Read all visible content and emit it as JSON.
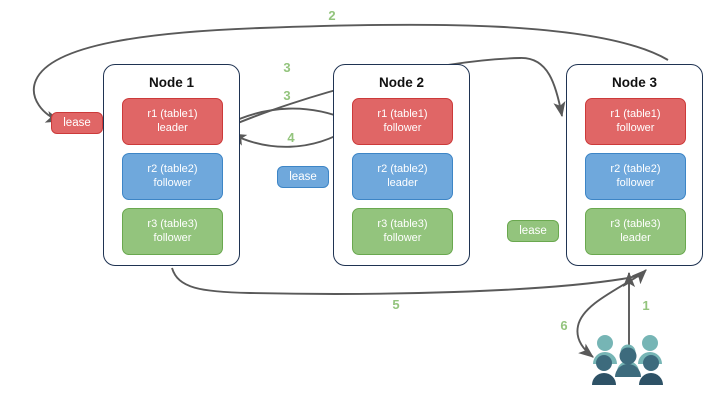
{
  "diagram": {
    "title": "Raft leaseholder / replica distribution diagram",
    "colors": {
      "red": "#e06666",
      "red_border": "#cc3a3a",
      "blue": "#6fa8dc",
      "blue_border": "#3d85c6",
      "green": "#93c47d",
      "green_border": "#6aa84f",
      "node_border": "#1f3352",
      "arrow": "#595959",
      "step_label": "#93c47d",
      "people_light": "#76b5b5",
      "people_dark": "#2e5266",
      "background": "#ffffff"
    }
  },
  "nodes": [
    {
      "title": "Node 1",
      "replicas": [
        {
          "name": "r1 (table1)",
          "role": "leader",
          "color": "red"
        },
        {
          "name": "r2 (table2)",
          "role": "follower",
          "color": "blue"
        },
        {
          "name": "r3 (table3)",
          "role": "follower",
          "color": "green"
        }
      ]
    },
    {
      "title": "Node 2",
      "replicas": [
        {
          "name": "r1 (table1)",
          "role": "follower",
          "color": "red"
        },
        {
          "name": "r2 (table2)",
          "role": "leader",
          "color": "blue"
        },
        {
          "name": "r3 (table3)",
          "role": "follower",
          "color": "green"
        }
      ]
    },
    {
      "title": "Node 3",
      "replicas": [
        {
          "name": "r1 (table1)",
          "role": "follower",
          "color": "red"
        },
        {
          "name": "r2 (table2)",
          "role": "follower",
          "color": "blue"
        },
        {
          "name": "r3 (table3)",
          "role": "leader",
          "color": "green"
        }
      ]
    }
  ],
  "leases": [
    {
      "label": "lease",
      "color": "red",
      "for": "r1-table1"
    },
    {
      "label": "lease",
      "color": "blue",
      "for": "r2-table2"
    },
    {
      "label": "lease",
      "color": "green",
      "for": "r3-table3"
    }
  ],
  "steps": [
    {
      "id": "1",
      "label": "1"
    },
    {
      "id": "2",
      "label": "2"
    },
    {
      "id": "3a",
      "label": "3"
    },
    {
      "id": "3b",
      "label": "3"
    },
    {
      "id": "4",
      "label": "4"
    },
    {
      "id": "5",
      "label": "5"
    },
    {
      "id": "6",
      "label": "6"
    }
  ],
  "actors": {
    "name": "clients",
    "icon": "people-group-icon"
  }
}
